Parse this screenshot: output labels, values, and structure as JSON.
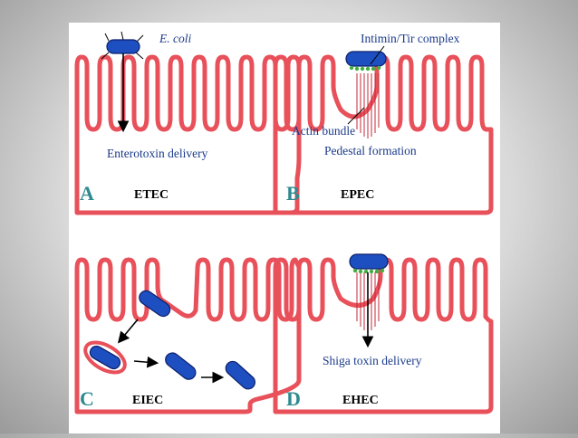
{
  "panels": {
    "A": {
      "letter": "A",
      "name": "ETEC",
      "bacterium_label": "E. coli",
      "delivery_label": "Enterotoxin delivery"
    },
    "B": {
      "letter": "B",
      "name": "EPEC",
      "complex_label": "Intimin/Tir complex",
      "actin_label": "Actin bundle",
      "pedestal_label": "Pedestal formation"
    },
    "C": {
      "letter": "C",
      "name": "EIEC"
    },
    "D": {
      "letter": "D",
      "name": "EHEC",
      "delivery_label": "Shiga toxin delivery"
    }
  },
  "colors": {
    "membrane": "#e8505a",
    "bacterium": "#1e4fc0",
    "letters": "#2e8a8f",
    "label_text": "#1a3a8a",
    "intimin": "#3fae3f"
  }
}
